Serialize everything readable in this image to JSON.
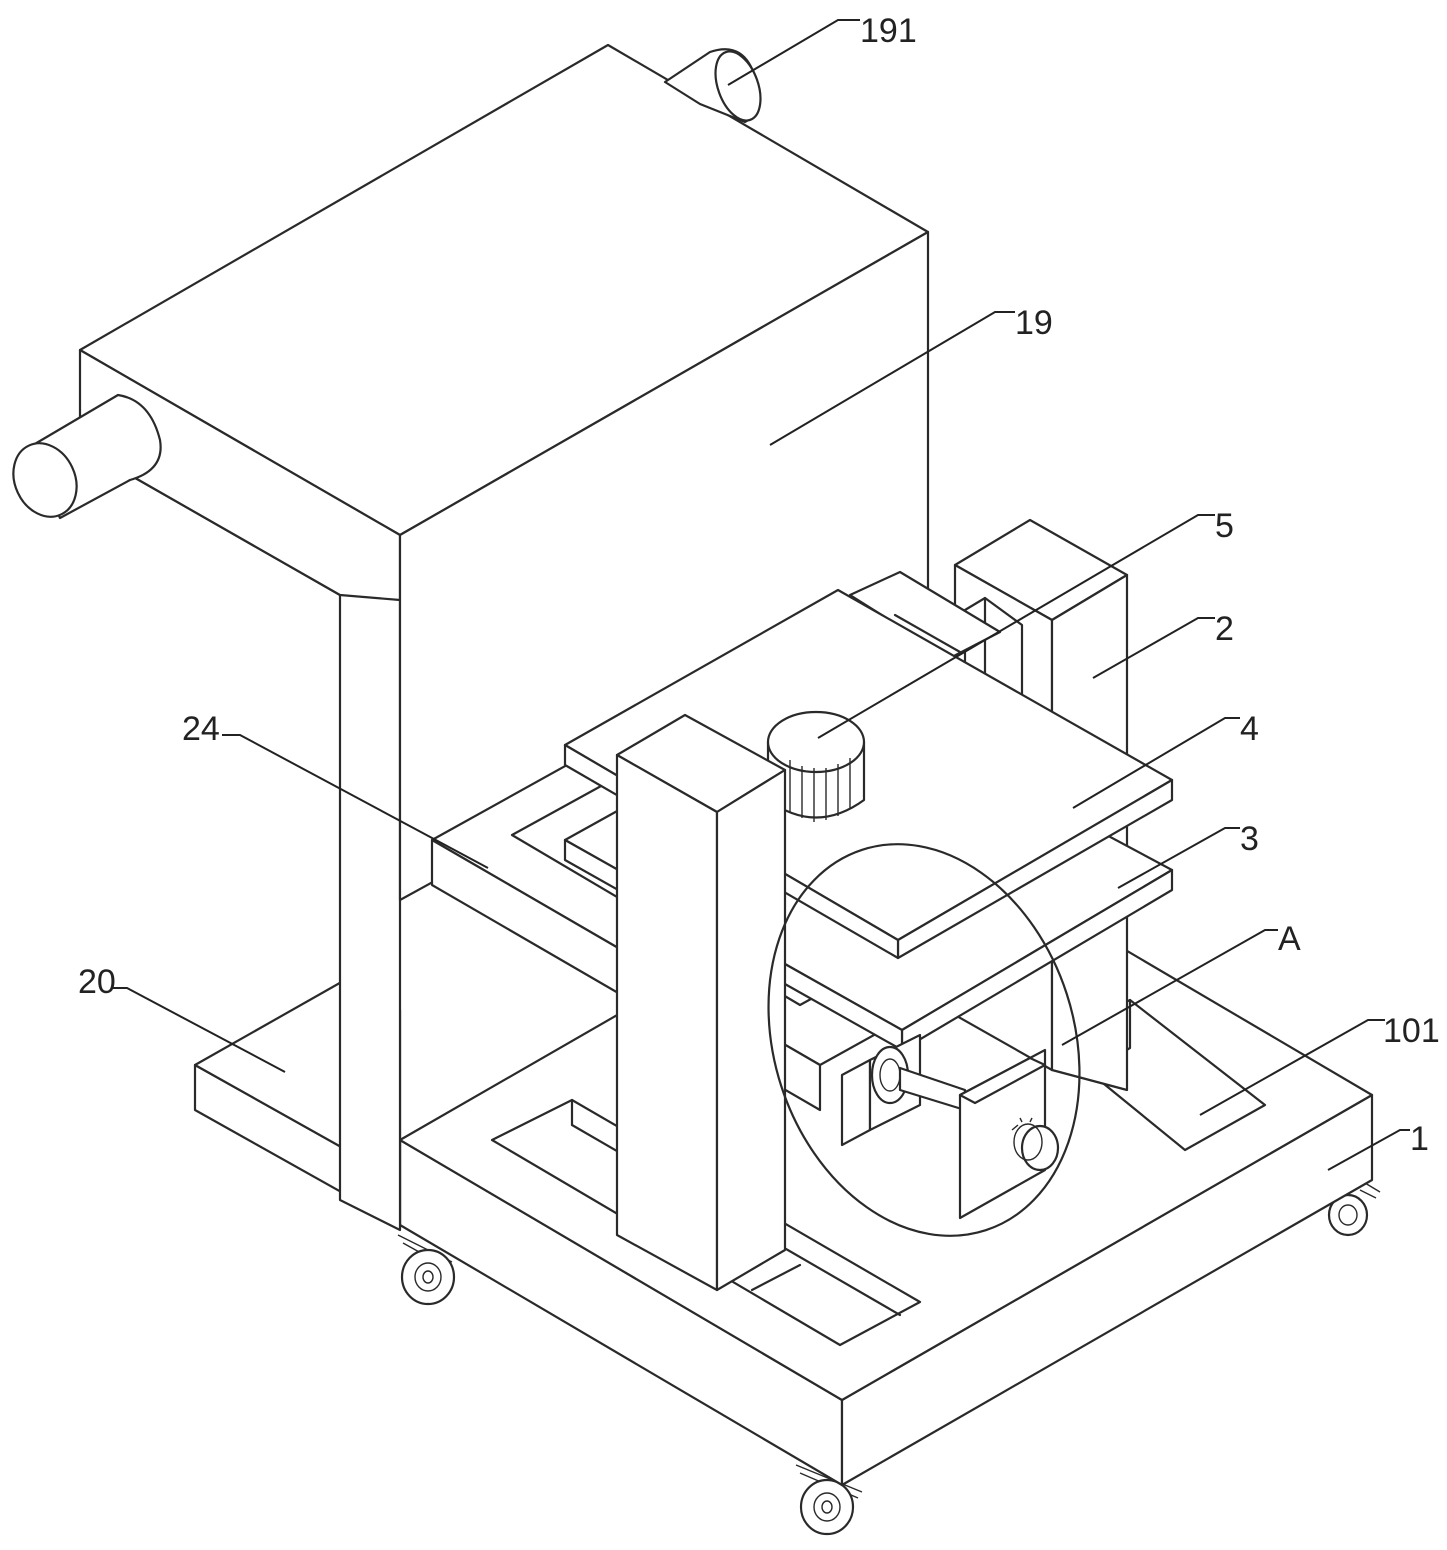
{
  "labels": {
    "l191": "191",
    "l19": "19",
    "l5": "5",
    "l2": "2",
    "l4": "4",
    "l3": "3",
    "lA": "A",
    "l101": "101",
    "l1": "1",
    "l24": "24",
    "l20": "20"
  },
  "colors": {
    "line": "#2a2a2a",
    "background": "#ffffff"
  }
}
